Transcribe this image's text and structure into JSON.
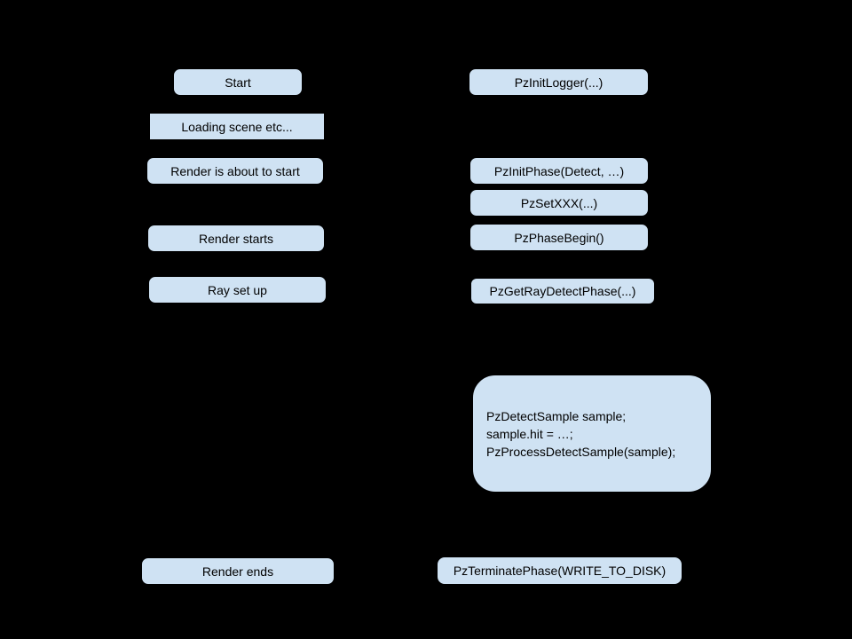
{
  "colors": {
    "background": "#000000",
    "node_fill": "#cfe2f3",
    "node_border": "#000000",
    "node_text": "#000000"
  },
  "diagram": {
    "description": "Two-column flowchart: render lifecycle events (left) mapped to Pz API calls (right)",
    "left_column": {
      "start": {
        "label": "Start"
      },
      "loading_scene": {
        "label": "Loading scene etc..."
      },
      "render_about_to_start": {
        "label": "Render is about to start"
      },
      "render_starts": {
        "label": "Render starts"
      },
      "ray_set_up": {
        "label": "Ray set up"
      },
      "render_ends": {
        "label": "Render ends"
      }
    },
    "right_column": {
      "pz_init_logger": {
        "label": "PzInitLogger(...)"
      },
      "pz_init_phase": {
        "label": "PzInitPhase(Detect, …)"
      },
      "pz_set_xxx": {
        "label": "PzSetXXX(...)"
      },
      "pz_phase_begin": {
        "label": "PzPhaseBegin()"
      },
      "pz_get_ray_detect_phase": {
        "label": "PzGetRayDetectPhase(...)"
      },
      "code_sample": {
        "lines": [
          "PzDetectSample sample;",
          "sample.hit = …;",
          "PzProcessDetectSample(sample);"
        ]
      },
      "pz_terminate_phase": {
        "label": "PzTerminatePhase(WRITE_TO_DISK)"
      }
    }
  }
}
